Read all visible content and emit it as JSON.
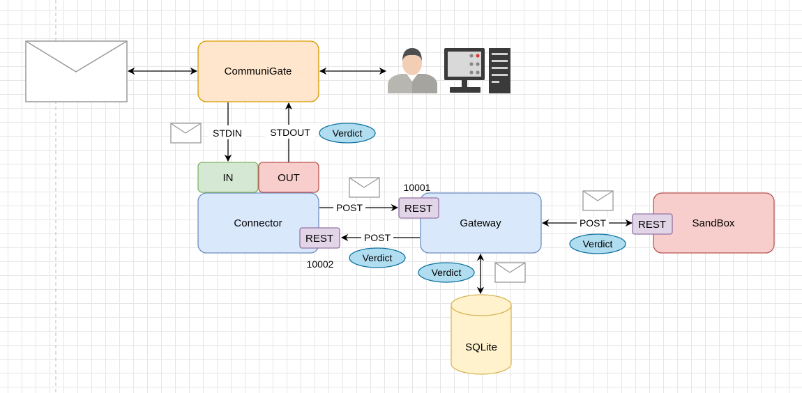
{
  "nodes": {
    "communigate": "CommuniGate",
    "connector": "Connector",
    "gateway": "Gateway",
    "sandbox": "SandBox",
    "sqlite": "SQLite",
    "in": "IN",
    "out": "OUT"
  },
  "ports": {
    "rest": "REST",
    "port_10001": "10001",
    "port_10002": "10002"
  },
  "edges": {
    "stdin": "STDIN",
    "stdout": "STDOUT",
    "post": "POST"
  },
  "badges": {
    "verdict": "Verdict"
  },
  "icons": [
    "envelope-icon",
    "user-icon",
    "computer-icon",
    "database-icon"
  ],
  "colors": {
    "communigate_fill": "#ffe6cc",
    "communigate_stroke": "#d79b00",
    "blue_fill": "#dae8fc",
    "blue_stroke": "#6c8ebf",
    "green_fill": "#d5e8d4",
    "green_stroke": "#82b366",
    "red_fill": "#f8cecc",
    "red_stroke": "#b85450",
    "purple_fill": "#e1d5e7",
    "purple_stroke": "#9673a6",
    "yellow_fill": "#fff2cc",
    "yellow_stroke": "#d6b656",
    "verdict_fill": "#b1ddf0",
    "verdict_stroke": "#10739e"
  }
}
